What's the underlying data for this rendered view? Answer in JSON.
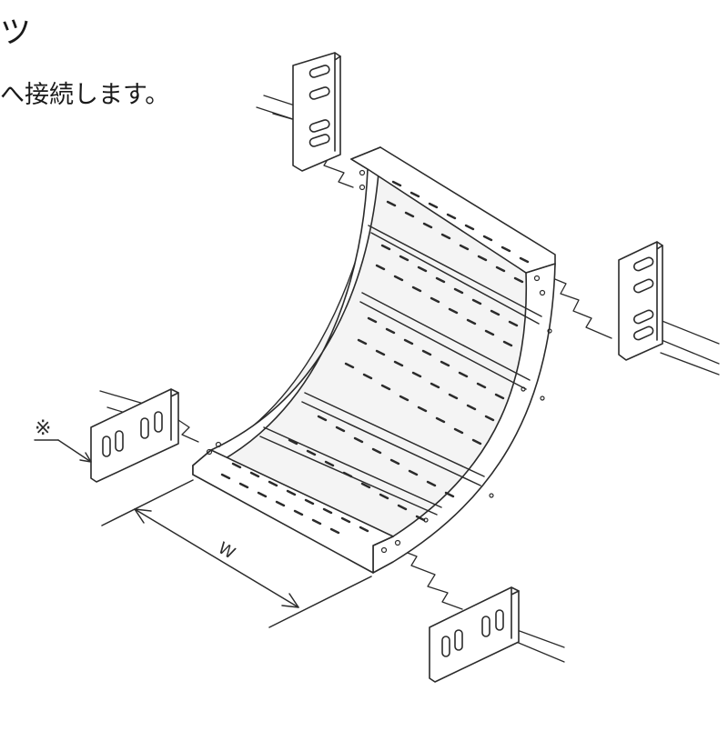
{
  "header": {
    "title_fragment": "ツ",
    "caption": "へ接続します。"
  },
  "diagram": {
    "width_label": "W",
    "note_mark": "※"
  }
}
